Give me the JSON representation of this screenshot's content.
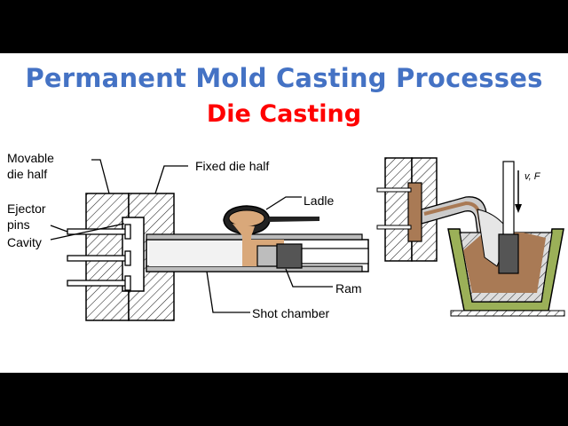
{
  "title": "Permanent Mold Casting Processes",
  "subtitle": "Die Casting",
  "labels": {
    "movable_line1": "Movable",
    "movable_line2": "die half",
    "fixed": "Fixed die half",
    "ejector_line1": "Ejector",
    "ejector_line2": "pins",
    "cavity": "Cavity",
    "ladle": "Ladle",
    "ram": "Ram",
    "shot_chamber": "Shot chamber",
    "force": "v, F"
  },
  "colors": {
    "title": "#4472c4",
    "subtitle": "#ff0000",
    "molten_metal": "#d9a87a",
    "ram": "#555555",
    "chamber": "#e8e8e8",
    "crucible_green": "#9bb058"
  }
}
